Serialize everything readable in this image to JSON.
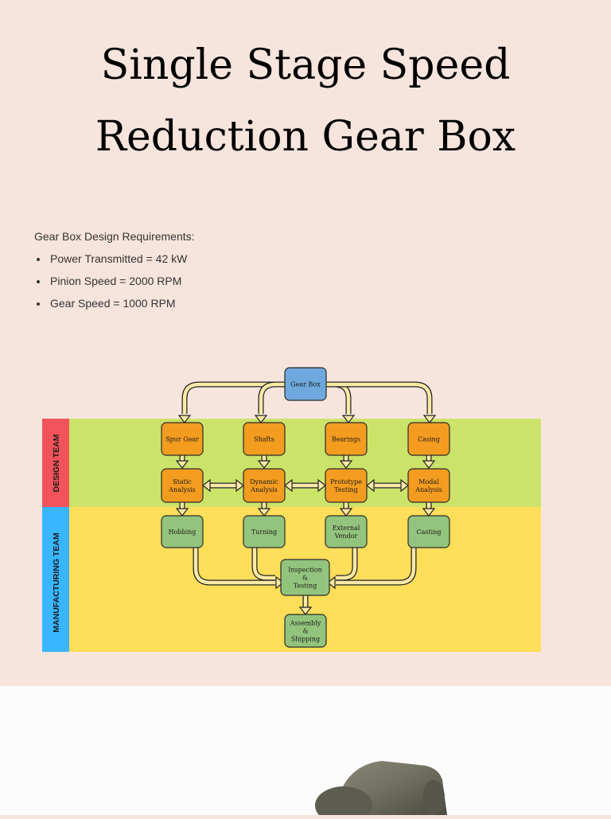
{
  "title": {
    "line1": "Single Stage Speed",
    "line2": "Reduction Gear Box"
  },
  "requirements": {
    "heading": "Gear Box Design Requirements:",
    "items": [
      "Power Transmitted = 42 kW",
      "Pinion Speed = 2000 RPM",
      "Gear Speed = 1000 RPM"
    ]
  },
  "diagram": {
    "lanes": {
      "design": "DESIGN TEAM",
      "manufacturing": "MANUFACTURING TEAM"
    },
    "nodes": {
      "gear_box": [
        "Gear Box"
      ],
      "spur_gear": [
        "Spur Gear"
      ],
      "shafts": [
        "Shafts"
      ],
      "bearings": [
        "Bearings"
      ],
      "casing": [
        "Casing"
      ],
      "static_analysis": [
        "Static",
        "Analysis"
      ],
      "dynamic_analysis": [
        "Dynamic",
        "Analysis"
      ],
      "prototype_testing": [
        "Prototype",
        "Testing"
      ],
      "modal_analysis": [
        "Modal",
        "Analysis"
      ],
      "hobbing": [
        "Hobbing"
      ],
      "turning": [
        "Turning"
      ],
      "external_vendor": [
        "External",
        "Vendor"
      ],
      "casting": [
        "Casting"
      ],
      "inspection_testing": [
        "Inspection",
        "&",
        "Testing"
      ],
      "assembly_shipping": [
        "Assembly",
        "&",
        "Shipping"
      ]
    },
    "colors": {
      "top_node": "#6fa8dc",
      "design_node": "#f39c1f",
      "manufacturing_node": "#93c47d",
      "design_lane": "#cce36a",
      "manufacturing_lane": "#ffde59",
      "design_tag": "#f0545a",
      "manufacturing_tag": "#38b6ff",
      "connector_fill": "#fbe9a6"
    }
  }
}
